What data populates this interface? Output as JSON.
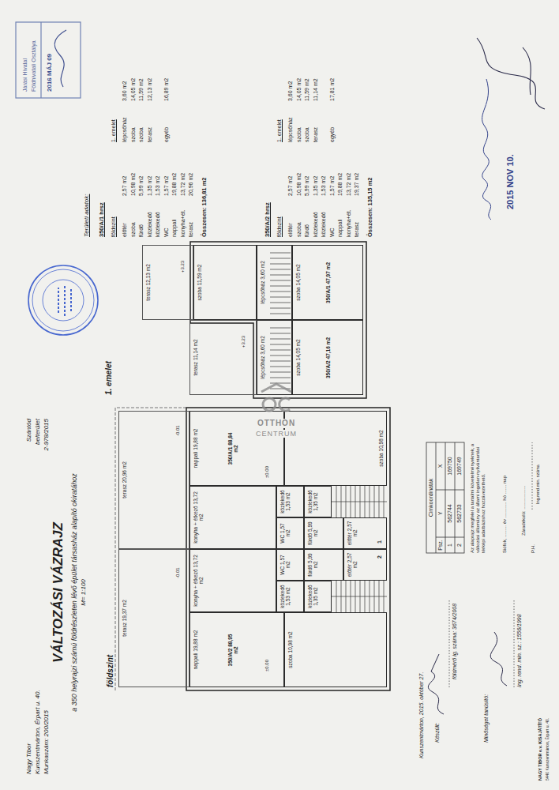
{
  "diagram": {
    "title": "VÁLTOZÁSI VÁZRAJZ",
    "nodes": [
      {
        "text": [
          "földszint"
        ]
      },
      {
        "text": [
          "terasz 19,37 m2"
        ],
        "in": 0
      },
      {
        "text": [
          "nappali 19,88 m2"
        ],
        "in": 0
      },
      {
        "text": [
          "konyha + étkező 13,72 m2"
        ],
        "in": 0
      },
      {
        "text": [
          "közlekedő 1,53 m2"
        ],
        "in": 0
      },
      {
        "text": [
          "WC 1,57 m2"
        ],
        "in": 0
      },
      {
        "text": [
          "közlekedő 1,35 m2"
        ],
        "in": 0
      },
      {
        "text": [
          "fürdő 5,99 m2"
        ],
        "in": 0
      },
      {
        "text": [
          "szoba 10,98 m2"
        ],
        "in": 0
      },
      {
        "text": [
          "előtér 2,57 m2"
        ],
        "in": 0
      },
      {
        "text": [
          "terasz 20,96 m2"
        ],
        "in": 0
      },
      {
        "text": [
          "nappali 19,88 m2"
        ],
        "in": 0
      },
      {
        "text": [
          "konyha + étkező 13,72 m2"
        ],
        "in": 0
      },
      {
        "text": [
          "közlekedő 1,53 m2"
        ],
        "in": 0
      },
      {
        "text": [
          "WC 1,57 m2"
        ],
        "in": 0
      },
      {
        "text": [
          "közlekedő 1,35 m2"
        ],
        "in": 0
      },
      {
        "text": [
          "fürdő 5,99 m2"
        ],
        "in": 0
      },
      {
        "text": [
          "szoba 10,98 m2"
        ],
        "in": 0
      },
      {
        "text": [
          "előtér 2,57 m2"
        ],
        "in": 0
      },
      {
        "text": [
          "1. emelet"
        ]
      },
      {
        "text": [
          "terasz 11,14 m2"
        ],
        "in": 19
      },
      {
        "text": [
          "lépcsőház 3,60 m2"
        ],
        "in": 19
      },
      {
        "text": [
          "szoba 14,05 m2"
        ],
        "in": 19
      },
      {
        "text": [
          "terasz 12,13 m2"
        ],
        "in": 19
      },
      {
        "text": [
          "szoba 11,59 m2"
        ],
        "in": 19
      },
      {
        "text": [
          "lépcsőház 3,60 m2"
        ],
        "in": 19
      },
      {
        "text": [
          "szoba 14,05 m2"
        ],
        "in": 19
      }
    ],
    "labels": [
      "Nagy Tibor",
      "Kunszentmárton, Érpart u. 40.",
      "Munkaszám: 200/2015",
      "Szántód",
      "belterület",
      "2-978/2015",
      "a 350 helyrajzi számú földrészleten lévő épület társasház alapító okiratához",
      "M= 1:100",
      "Járási Hivatal",
      "Földhivatali Osztálya",
      "2016 MÁJ 09",
      "Területi adatok:",
      "350/A/1 hrsz",
      "földszint",
      "1. emelet",
      "előtér",
      "2,57 m2",
      "lépcsőház",
      "3,60 m2",
      "szoba",
      "10,98 m2",
      "szoba",
      "14,05 m2",
      "fürdő",
      "5,99 m2",
      "szoba",
      "11,59 m2",
      "közlekedő",
      "1,35 m2",
      "terasz",
      "12,13 m2",
      "közlekedő",
      "1,53 m2",
      "WC",
      "1,57 m2",
      "egyéb",
      "16,89 m2",
      "nappali",
      "19,88 m2",
      "konyha+ét.",
      "13,72 m2",
      "terasz",
      "20,96 m2",
      "Összesen: 136,81 m2",
      "350/A/2 hrsz",
      "földszint",
      "1. emelet",
      "előtér",
      "2,57 m2",
      "lépcsőház",
      "3,60 m2",
      "szoba",
      "10,98 m2",
      "szoba",
      "14,05 m2",
      "fürdő",
      "5,99 m2",
      "szoba",
      "11,59 m2",
      "közlekedő",
      "1,35 m2",
      "terasz",
      "11,14 m2",
      "közlekedő",
      "1,53 m2",
      "WC",
      "1,57 m2",
      "egyéb",
      "17,81 m2",
      "nappali",
      "19,88 m2",
      "konyha+ét.",
      "13,72 m2",
      "terasz",
      "19,37 m2",
      "Összesen: 135,15 m2",
      "2015 NOV 10.",
      "Cimkoordináták",
      "Psz.",
      "Y",
      "X",
      "1",
      "562744",
      "169750",
      "2",
      "562733",
      "169749",
      "Az alaprajz megfelel a tartalmi követelményeknek, a változási állomány az állami ingatlan-nyilvántartási térképi adatbázishoz hozzávezethető.",
      "Siófok, ......... év ............ hó ....... nap",
      "P.H.",
      "Záradékoló: ..................",
      "Ing.rend.min. száma",
      "Kunszentmárton, 2015. október 27.",
      "Készült:",
      "földmérő ig. száma: 3674/2008",
      "Minőséget tanúsító:",
      "Ing. rend. min. sz.: 1556/1998",
      "NAGY TIBOR e.v. KISAJÁTÍTÓ",
      "5440 Kunszentmárton, Érpart u. 40.",
      "350/A/2 88,95 m2",
      "350/A/1 88,84 m2",
      "±0.00",
      "±0.00",
      "-0.01",
      "-0.01",
      "2",
      "1",
      "350/A/2 47,16 m2",
      "350/A/1 47,97 m2",
      "+3.23",
      "+3.23",
      "OTTHON",
      "CENTRUM"
    ]
  }
}
